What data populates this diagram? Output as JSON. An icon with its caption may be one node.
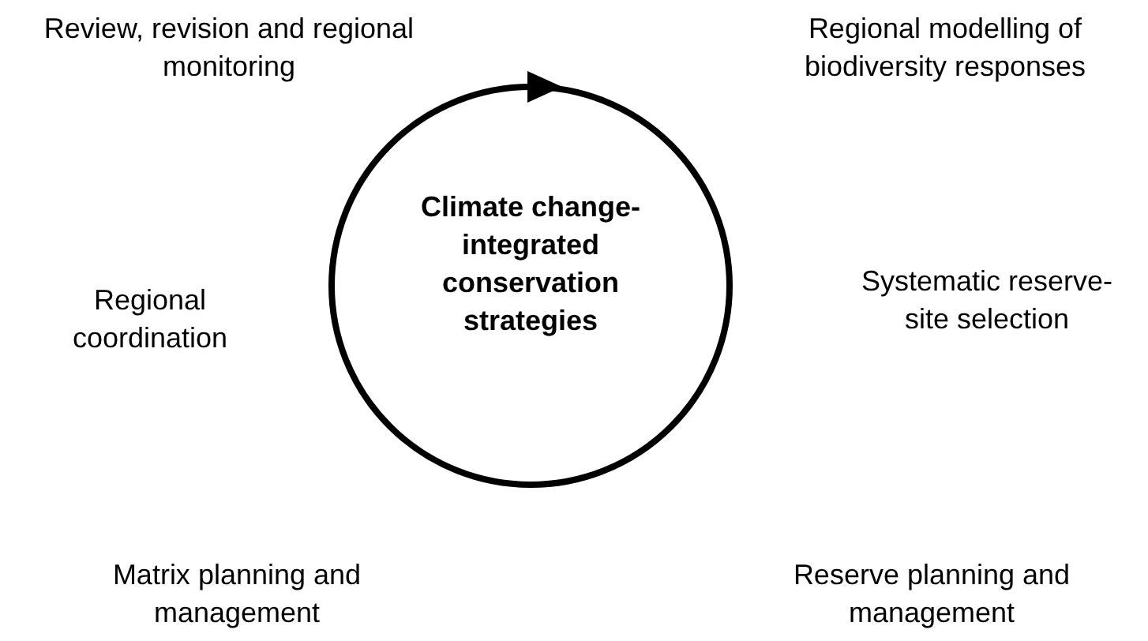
{
  "diagram": {
    "nodes": [
      {
        "text": [
          "Climate change-integrated conservation strategies"
        ]
      }
    ],
    "labels": [
      "Review, revision and regional monitoring",
      "Regional modelling of biodiversity responses",
      "Regional coordination",
      "Systematic reserve-site selection",
      "Matrix planning and management",
      "Reserve planning and management"
    ]
  }
}
